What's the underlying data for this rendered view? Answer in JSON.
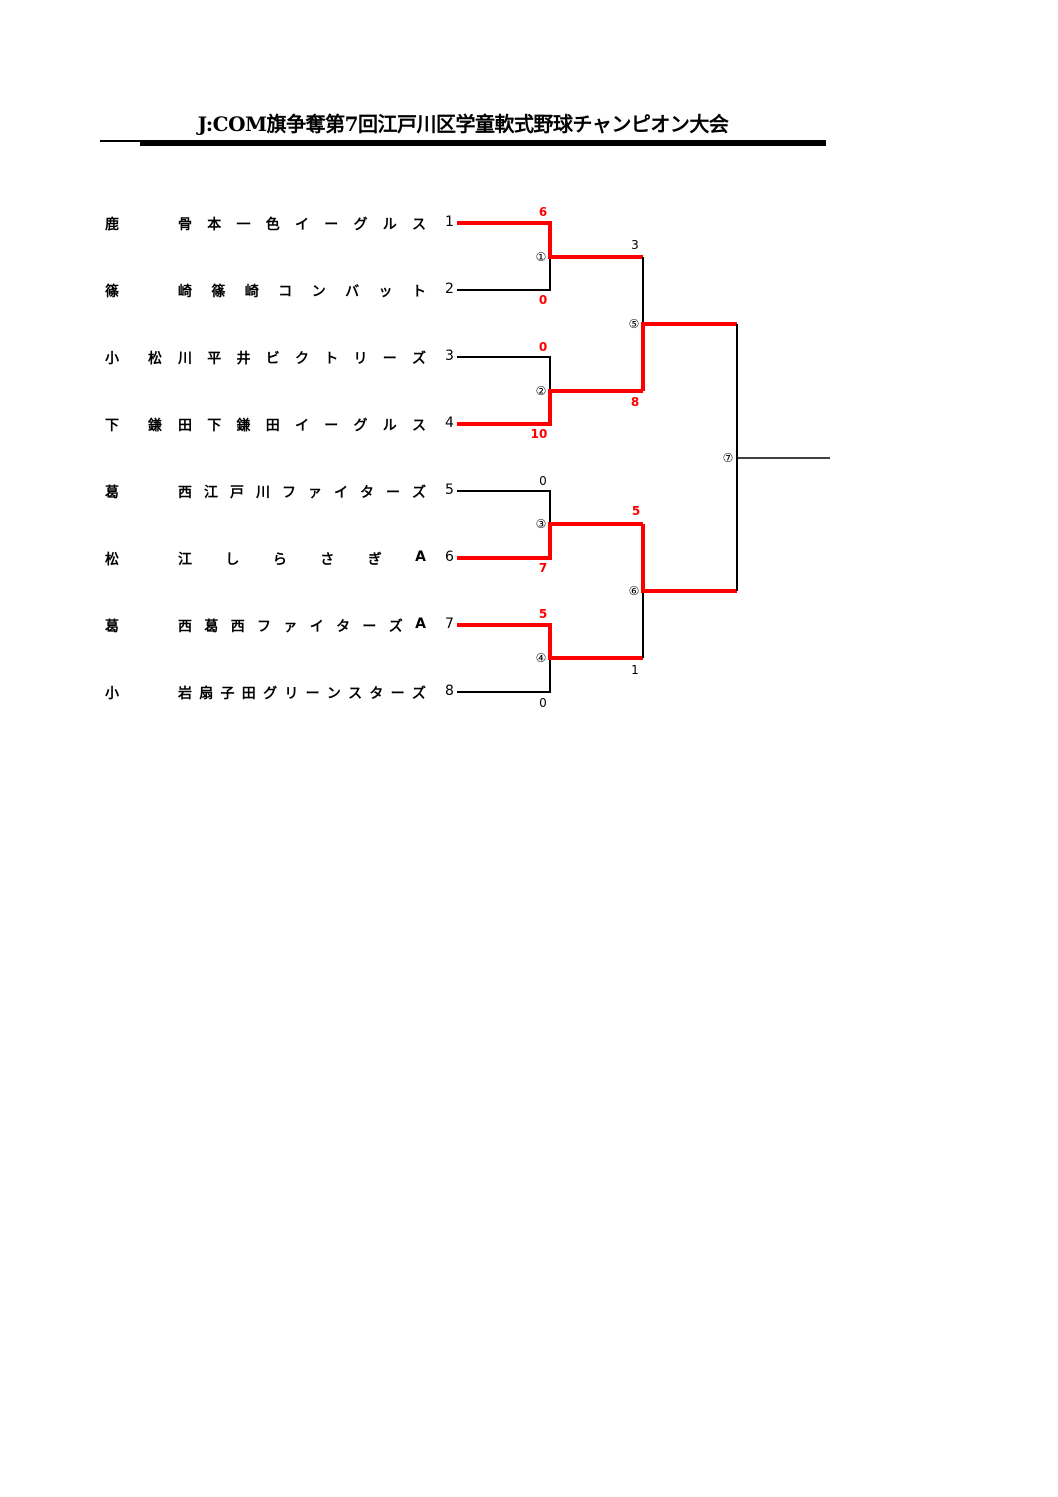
{
  "title": "J:COM旗争奪第7回江戸川区学童軟式野球チャンピオン大会",
  "teams": [
    {
      "seed": "1",
      "region": "鹿",
      "name": "骨本一色イーグルス"
    },
    {
      "seed": "2",
      "region": "篠",
      "name": "崎篠崎コンバット"
    },
    {
      "seed": "3",
      "region": "小松",
      "name": "川平井ビクトリーズ"
    },
    {
      "seed": "4",
      "region": "下鎌",
      "name": "田下鎌田イーグルス"
    },
    {
      "seed": "5",
      "region": "葛",
      "name": "西江戸川ファイターズ"
    },
    {
      "seed": "6",
      "region": "松",
      "name": "江しらさぎA"
    },
    {
      "seed": "7",
      "region": "葛",
      "name": "西葛西ファイターズA"
    },
    {
      "seed": "8",
      "region": "小",
      "name": "岩扇子田グリーンスターズ"
    }
  ],
  "matches": [
    {
      "no": "①",
      "score_top": "6",
      "score_bottom": "0"
    },
    {
      "no": "②",
      "score_top": "0",
      "score_bottom": "10"
    },
    {
      "no": "③",
      "score_top": "0",
      "score_bottom": "7"
    },
    {
      "no": "④",
      "score_top": "5",
      "score_bottom": "0"
    },
    {
      "no": "⑤",
      "score_top": "3",
      "score_bottom": "8"
    },
    {
      "no": "⑥",
      "score_top": "5",
      "score_bottom": "1"
    },
    {
      "no": "⑦"
    }
  ],
  "colors": {
    "winner": "#ff0000",
    "line": "#000000"
  }
}
